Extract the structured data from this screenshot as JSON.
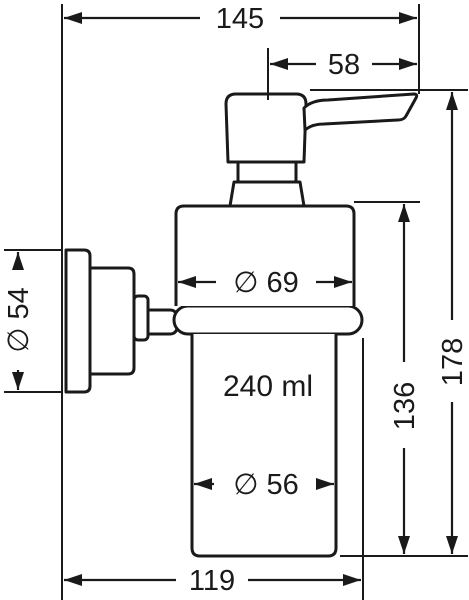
{
  "dimensions": {
    "overall_width": "145",
    "lever_width": "58",
    "container_diameter_top": "∅ 69",
    "container_diameter_bottom": "∅ 56",
    "volume": "240 ml",
    "mount_diameter": "∅ 54",
    "container_height": "136",
    "overall_height": "178",
    "projection_depth": "119"
  },
  "colors": {
    "ink": "#1a1a1a",
    "background": "#ffffff"
  }
}
